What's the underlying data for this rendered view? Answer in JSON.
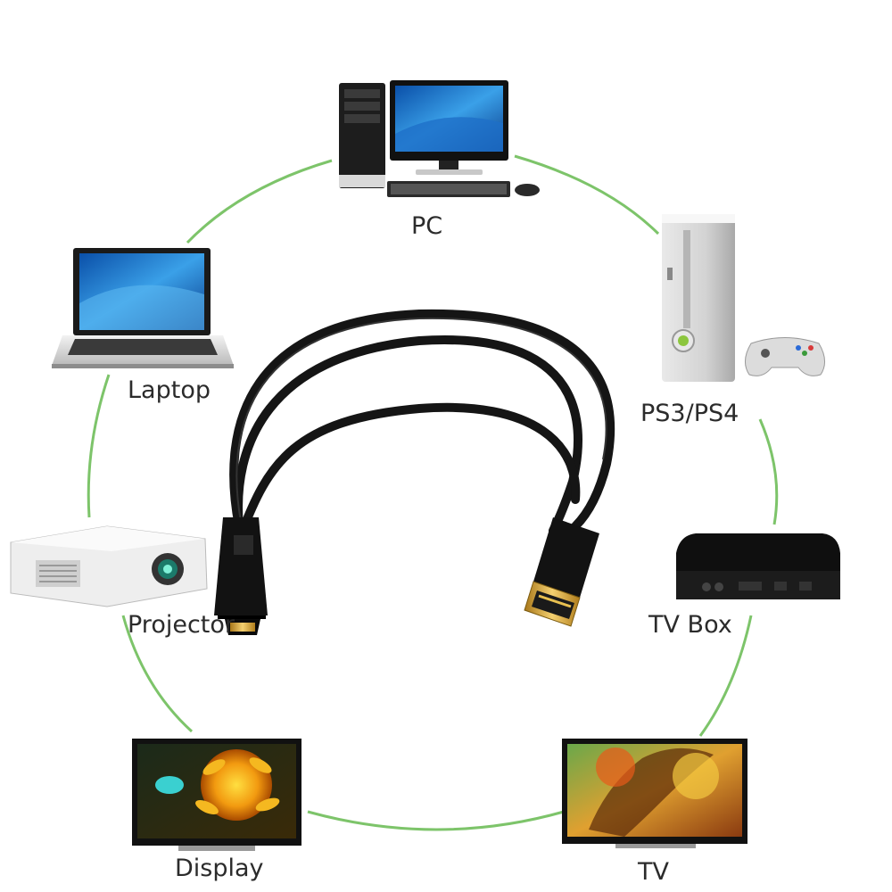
{
  "devices": {
    "pc": {
      "label": "PC",
      "icon": "desktop-computer-icon"
    },
    "ps": {
      "label": "PS3/PS4",
      "icon": "game-console-icon"
    },
    "laptop": {
      "label": "Laptop",
      "icon": "laptop-icon"
    },
    "projector": {
      "label": "Projector",
      "icon": "projector-icon"
    },
    "tvbox": {
      "label": "TV Box",
      "icon": "tv-box-icon"
    },
    "display": {
      "label": "Display",
      "icon": "monitor-icon"
    },
    "tv": {
      "label": "TV",
      "icon": "television-icon"
    }
  },
  "center": {
    "icon": "hdmi-extension-cable-icon"
  },
  "colors": {
    "ring": "#7dc46a",
    "cable": "#151515",
    "connector_gold": "#d8a935"
  }
}
